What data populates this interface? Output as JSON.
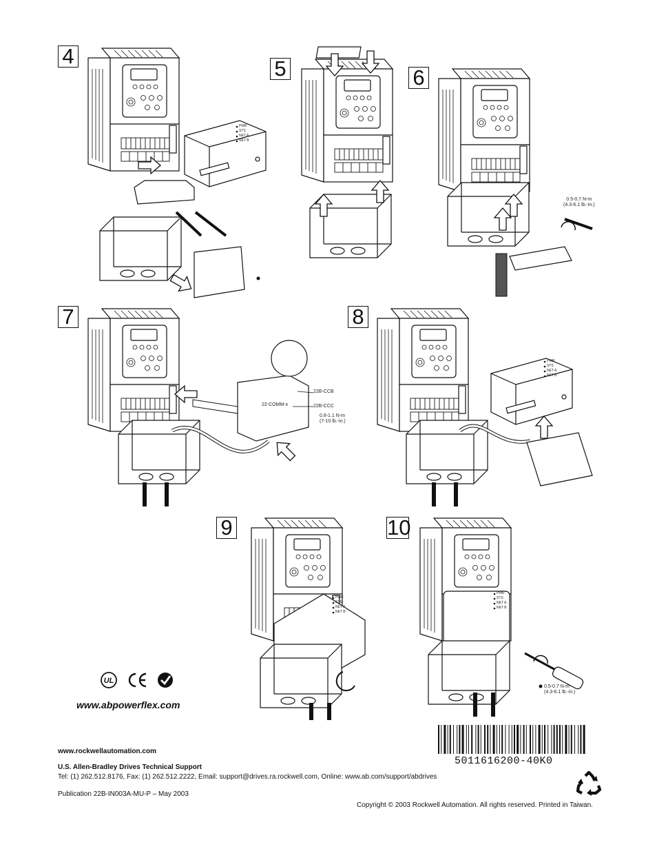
{
  "steps": [
    {
      "num": "4"
    },
    {
      "num": "5"
    },
    {
      "num": "6"
    },
    {
      "num": "7"
    },
    {
      "num": "8"
    },
    {
      "num": "9"
    },
    {
      "num": "10"
    }
  ],
  "module_leds": [
    "PWR",
    "STS",
    "NET A",
    "NET B"
  ],
  "labels": {
    "torque_step6_a": "0.5-0.7 N-m",
    "torque_step6_b": "(4.3-6.1 lb.-in.)",
    "board_ccb": "22B-CCB",
    "board_ccc": "22B-CCC",
    "comm_module": "22-COMM-x",
    "torque_step7_a": "0.8-1.1 N-m",
    "torque_step7_b": "(7-10 lb.-in.)",
    "torque_step10_a": "0.5-0.7 N-m",
    "torque_step10_b": "(4.3-6.1 lb.-in.)"
  },
  "footer": {
    "website": "www.abpowerflex.com",
    "rockwell_url": "www.rockwellautomation.com",
    "support_title": "U.S. Allen-Bradley Drives Technical Support",
    "support_line": "Tel: (1) 262.512.8176, Fax: (1) 262.512.2222, Email: support@drives.ra.rockwell.com, Online: www.ab.com/support/abdrives",
    "publication": "Publication 22B-IN003A-MU-P – May 2003",
    "copyright": "Copyright © 2003 Rockwell Automation. All rights reserved. Printed in Taiwan.",
    "barcode_number": "5011616200-40K0"
  }
}
